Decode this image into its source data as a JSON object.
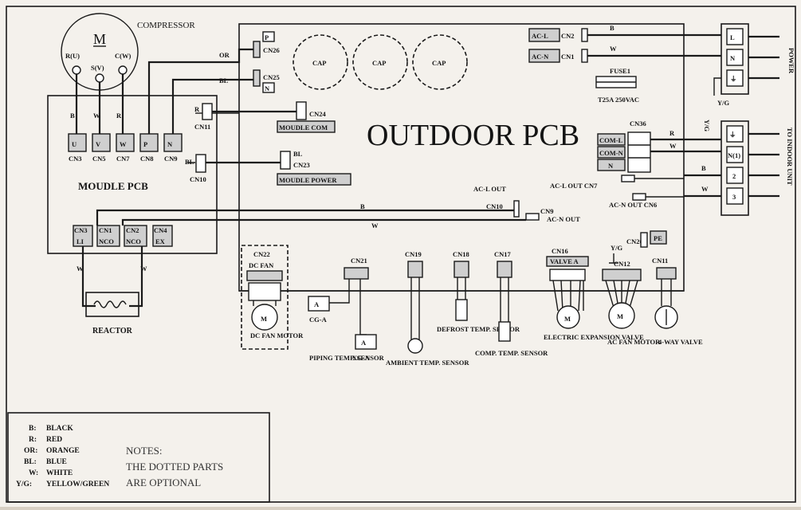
{
  "board": {
    "title": "OUTDOOR PCB",
    "compressor": {
      "label": "COMPRESSOR",
      "symbol": "M",
      "pin_r": "R(U)",
      "pin_s": "S(V)",
      "pin_c": "C(W)"
    },
    "module_pcb": {
      "title": "MOUDLE PCB"
    },
    "caps": [
      "CAP",
      "CAP",
      "CAP"
    ],
    "reactor": "REACTOR",
    "fuse": {
      "name": "FUSE1",
      "rating": "T25A 250VAC"
    },
    "power_label": "POWER",
    "indoor_label": "TO INDOOR UNIT",
    "dc_fan_motor": "DC FAN MOTOR",
    "ac_fan_motor": "AC FAN MOTOR",
    "four_way_valve": "4-WAY VALVE",
    "eev": "ELECTRIC EXPANSION VALVE",
    "piping_sensor": "PIPING TEMP. SENSOR",
    "ambient_sensor": "AMBIENT TEMP. SENSOR",
    "defrost_sensor": "DEFROST TEMP. SENSOR",
    "comp_sensor": "COMP. TEMP. SENSOR"
  },
  "connectors": {
    "module_cn": [
      "CN3",
      "CN5",
      "CN7",
      "CN8",
      "CN9"
    ],
    "module_cn_pins": [
      "U",
      "V",
      "W",
      "P",
      "N"
    ],
    "cn_top": [
      "CN26",
      "CN25"
    ],
    "cn24": "CN24",
    "module_com": "MOUDLE COM",
    "cn23": "CN23",
    "module_power": "MOUDLE POWER",
    "cn11": "CN11",
    "cn10": "CN10",
    "ac_l": "AC-L",
    "ac_n": "AC-N",
    "cn_acl": "CN2",
    "cn_acn": "CN1",
    "cn36": "CN36",
    "com_l": "COM-L",
    "com_n": "COM-N",
    "n_label": "N",
    "acl_out": "AC-L OUT CN7",
    "acn_out": "AC-N OUT CN6",
    "acl_out_cn10": "AC-L OUT",
    "cn10_out": "CN10",
    "acn_out_cn9": "CN9",
    "acn_out_label": "AC-N OUT",
    "cn_bottom_module": [
      "CN3",
      "CN1",
      "CN2",
      "CN4"
    ],
    "cn_bottom_pins": [
      "LI",
      "NCO",
      "NCO",
      "EX"
    ],
    "cn22": "CN22",
    "dc_fan": "DC FAN",
    "cn21": "CN21",
    "cg_a": "CG-A",
    "xg_a": "XG-A",
    "cn19": "CN19",
    "cn18": "CN18",
    "cn17": "CN17",
    "cn16": "CN16",
    "valve_a": "VALVE A",
    "cn12": "CN12",
    "cn11b": "CN11",
    "yg": "Y/G",
    "cn20": "CN20",
    "pe": "PE",
    "terminal_power": [
      "L",
      "N",
      "⏚"
    ],
    "terminal_indoor": [
      "⏚",
      "N(1)",
      "2",
      "3"
    ]
  },
  "wire_codes": {
    "or": "OR",
    "bl": "BL",
    "b": "B",
    "r": "R",
    "w": "W",
    "yg": "Y/G"
  },
  "legend": [
    {
      "code": "B:",
      "name": "BLACK"
    },
    {
      "code": "R:",
      "name": "RED"
    },
    {
      "code": "OR:",
      "name": "ORANGE"
    },
    {
      "code": "BL:",
      "name": "BLUE"
    },
    {
      "code": "W:",
      "name": "WHITE"
    },
    {
      "code": "Y/G:",
      "name": "YELLOW/GREEN"
    }
  ],
  "notes": {
    "title": "NOTES:",
    "line1": "THE DOTTED PARTS",
    "line2": "ARE OPTIONAL"
  },
  "colors": {
    "ink": "#1a1a1a",
    "paper": "#f4f1ec",
    "frame": "#d8d0c4"
  }
}
